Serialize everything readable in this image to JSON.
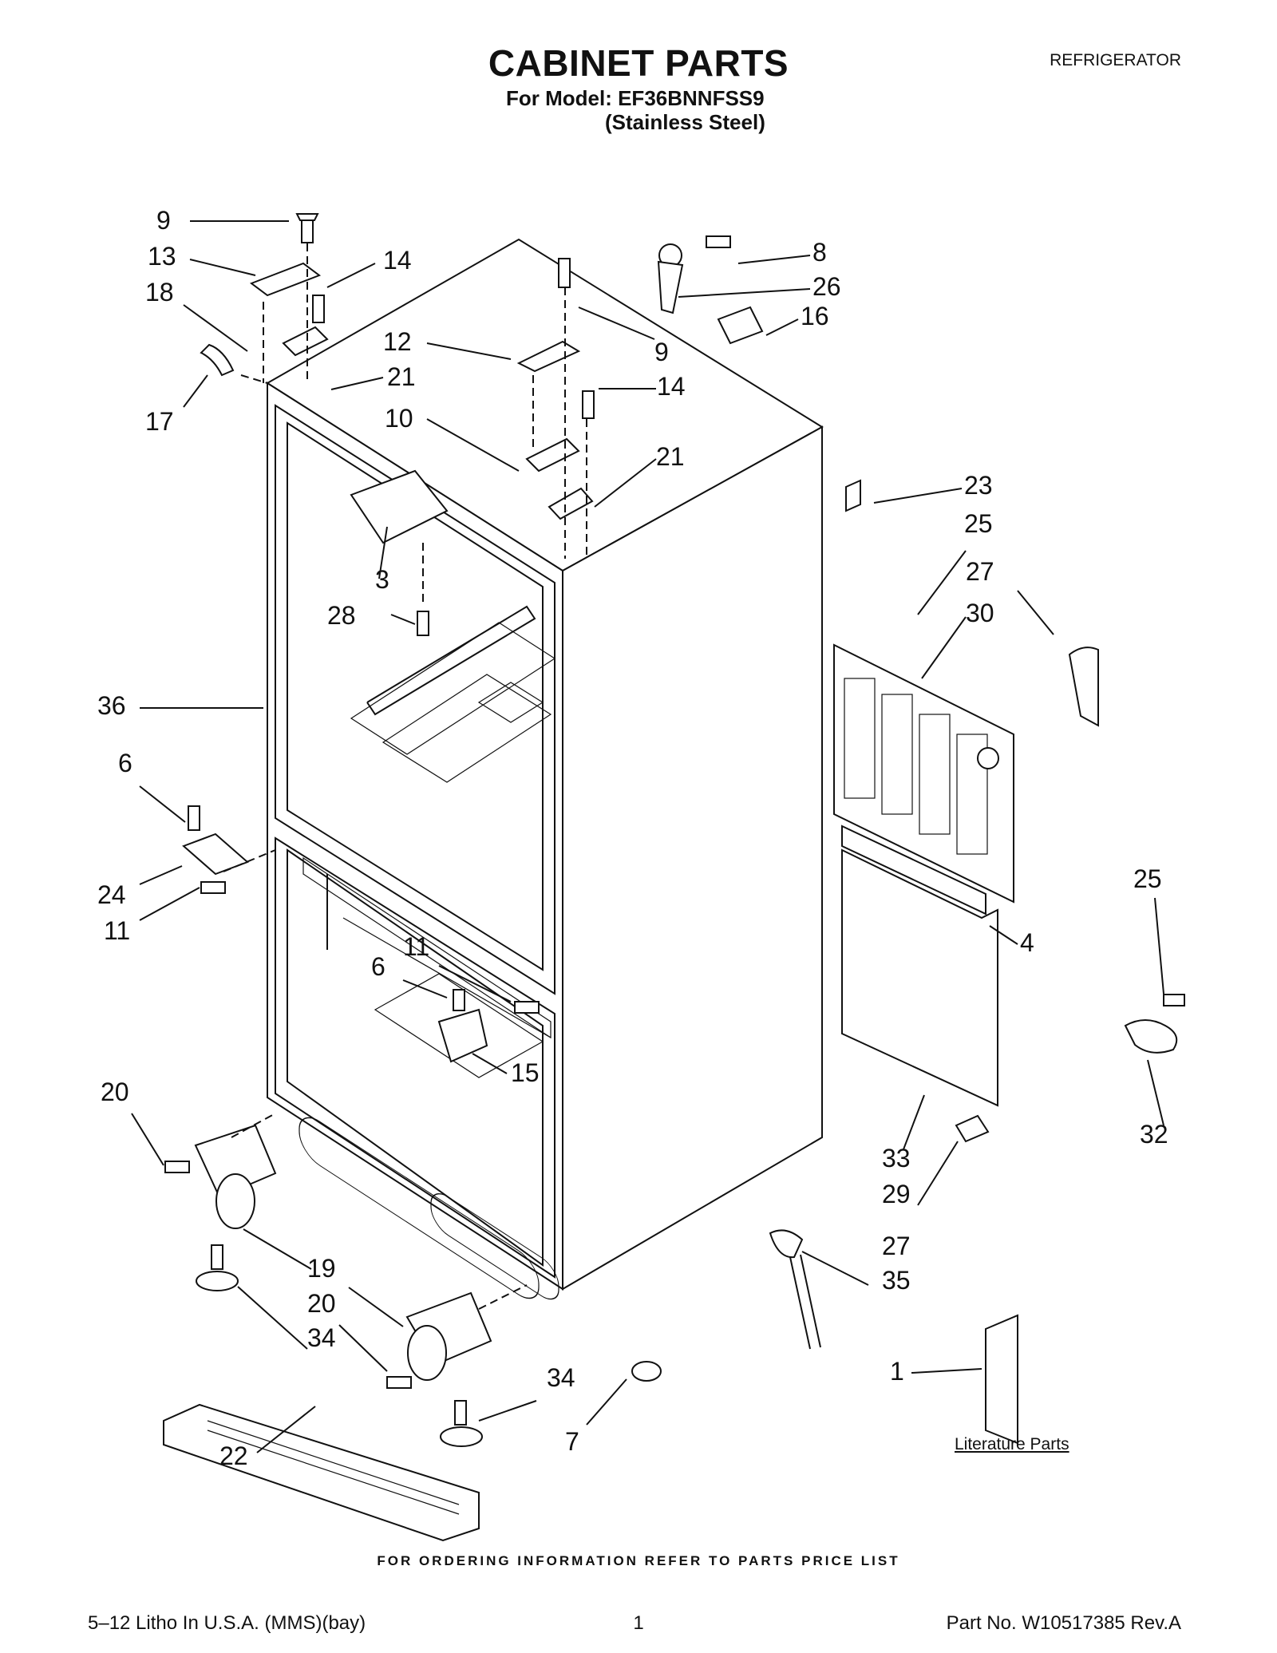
{
  "header": {
    "title": "CABINET PARTS",
    "category": "REFRIGERATOR",
    "model_line": "For Model: EF36BNNFSS9",
    "variant_line": "(Stainless Steel)"
  },
  "callouts": [
    "9",
    "13",
    "14",
    "18",
    "17",
    "21",
    "12",
    "9",
    "10",
    "14",
    "21",
    "8",
    "26",
    "16",
    "3",
    "28",
    "23",
    "25",
    "27",
    "30",
    "36",
    "6",
    "24",
    "11",
    "11",
    "6",
    "15",
    "4",
    "25",
    "32",
    "20",
    "19",
    "20",
    "34",
    "22",
    "7",
    "34",
    "33",
    "29",
    "27",
    "35",
    "1"
  ],
  "literature_caption": "Literature Parts",
  "footer": {
    "note": "FOR ORDERING INFORMATION REFER TO PARTS PRICE LIST",
    "left": "5–12 Litho In U.S.A. (MMS)(bay)",
    "page": "1",
    "right": "Part No. W10517385 Rev.A"
  }
}
